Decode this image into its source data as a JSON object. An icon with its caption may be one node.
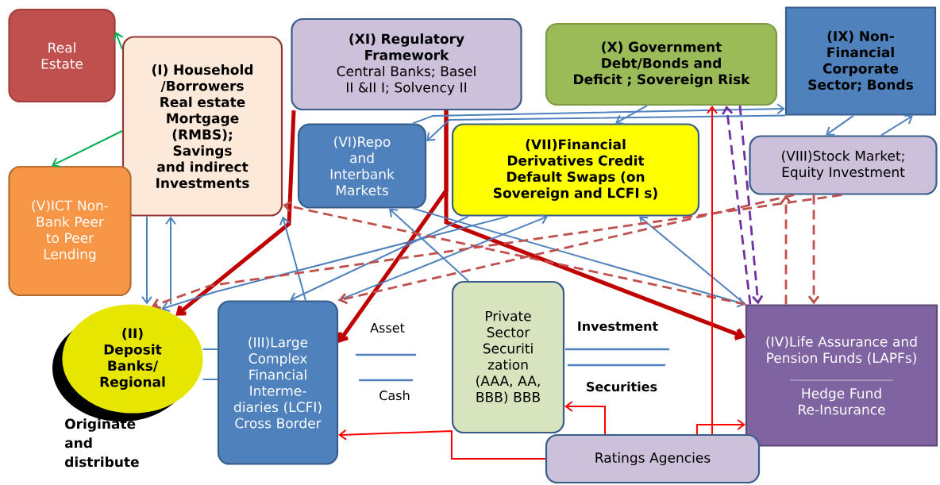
{
  "diagram": {
    "nodes": [
      {
        "text": [
          "Real Estate"
        ]
      },
      {
        "text": [
          "(I) Household /Borrowers Real estate Mortgage (RMBS); Savings and indirect Investments"
        ]
      },
      {
        "text": [
          "(XI) Regulatory Framework",
          "Central Banks; Basel II &II I; Solvency II"
        ]
      },
      {
        "text": [
          "(X) Government Debt/Bonds and Deficit ; Sovereign Risk"
        ]
      },
      {
        "text": [
          "(IX) Non-Financial Corporate Sector; Bonds"
        ]
      },
      {
        "text": [
          "(VI)Repo and Interbank Markets"
        ]
      },
      {
        "text": [
          "(VII)Financial Derivatives Credit Default Swaps (on Sovereign and LCFI s)"
        ]
      },
      {
        "text": [
          "(VIII)Stock Market; Equity Investment"
        ]
      },
      {
        "text": [
          "(V)ICT Non-Bank Peer to Peer Lending"
        ]
      },
      {
        "text": [
          "(II) Deposit Banks/ Regional"
        ],
        "beside": [
          "Originate and distribute"
        ]
      },
      {
        "text": [
          "(III)Large Complex Financial Interme- diaries (LCFI) Cross Border"
        ]
      },
      {
        "text": [
          "Private Sector Securiti zation (AAA, AA, BBB) BBB"
        ]
      },
      {
        "text": [
          "(IV)Life Assurance and Pension Funds (LAPFs)",
          "Hedge Fund Re-Insurance"
        ]
      },
      {
        "text": [
          "Ratings Agencies"
        ]
      }
    ],
    "edges": [
      {
        "from": 1,
        "to": 0,
        "arrow": "to",
        "color": "#00b050"
      },
      {
        "from": 1,
        "to": 8,
        "arrow": "to",
        "color": "#00b050"
      },
      {
        "from": 1,
        "to": 9,
        "arrow": "to"
      },
      {
        "from": 9,
        "to": 1,
        "arrow": "to"
      },
      {
        "from": 2,
        "to": 9,
        "arrow": "to",
        "style": "thick",
        "color": "#c00000"
      },
      {
        "from": 2,
        "to": 12,
        "arrow": "to",
        "style": "thick",
        "color": "#c00000"
      },
      {
        "from": 2,
        "to": 10,
        "arrow": "to",
        "style": "thick",
        "color": "#c00000"
      },
      {
        "from": 10,
        "to": 1,
        "arrow": "to"
      },
      {
        "from": 6,
        "to": 9,
        "arrow": "to"
      },
      {
        "from": 6,
        "to": 10,
        "arrow": "to"
      },
      {
        "from": 10,
        "to": 6,
        "arrow": "to"
      },
      {
        "from": 4,
        "to": 5,
        "arrow": "to"
      },
      {
        "from": 5,
        "to": 4,
        "arrow": "to"
      },
      {
        "from": 3,
        "to": 6,
        "arrow": "to"
      },
      {
        "from": 4,
        "to": 7,
        "arrow": "to"
      },
      {
        "from": 7,
        "to": 4,
        "arrow": "to"
      },
      {
        "from": 12,
        "to": 6,
        "arrow": "to"
      },
      {
        "from": 5,
        "to": 12,
        "arrow": "to"
      },
      {
        "from": 11,
        "to": 5,
        "arrow": "to"
      },
      {
        "from": 12,
        "to": 1,
        "arrow": "to",
        "style": "dashed",
        "color": "#c0504d"
      },
      {
        "from": 7,
        "to": 9,
        "arrow": "to",
        "style": "dashed",
        "color": "#c0504d"
      },
      {
        "from": 7,
        "to": 10,
        "arrow": "to",
        "style": "dashed",
        "color": "#c0504d"
      },
      {
        "from": 12,
        "to": 7,
        "arrow": "to",
        "style": "dashed",
        "color": "#c0504d"
      },
      {
        "from": 7,
        "to": 12,
        "arrow": "to",
        "style": "dashed",
        "color": "#c0504d"
      },
      {
        "from": 12,
        "to": 3,
        "arrow": "to",
        "style": "dashed",
        "color": "#7030a0"
      },
      {
        "from": 3,
        "to": 12,
        "arrow": "to",
        "style": "dashed",
        "color": "#7030a0"
      },
      {
        "from": 13,
        "to": 3,
        "arrow": "to",
        "color": "#ff0000"
      },
      {
        "from": 13,
        "to": 12,
        "arrow": "to",
        "color": "#ff0000"
      },
      {
        "from": 13,
        "to": 11,
        "arrow": "to",
        "color": "#ff0000"
      },
      {
        "from": 13,
        "to": 10,
        "arrow": "to",
        "color": "#ff0000"
      },
      {
        "from": 9,
        "to": 10,
        "arrow": "none"
      },
      {
        "from": 9,
        "to": 10,
        "arrow": "none"
      }
    ],
    "labels": [
      "Asset",
      "Cash",
      "Investment",
      "Securities"
    ]
  }
}
